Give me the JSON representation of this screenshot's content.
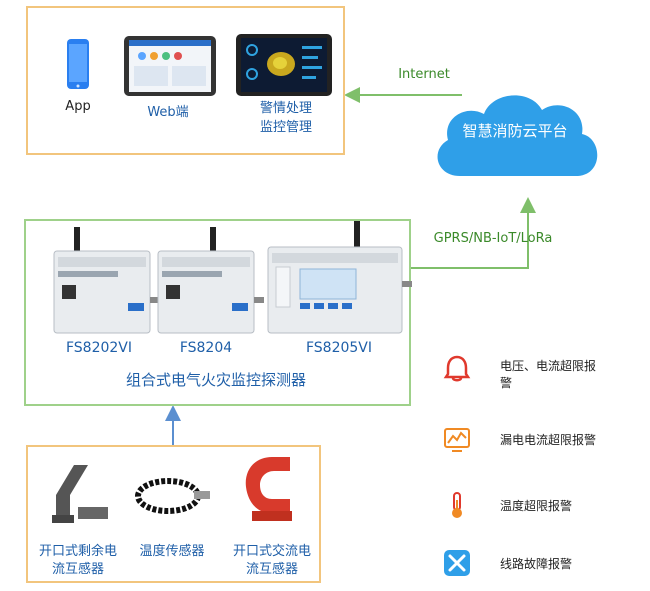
{
  "terminals": {
    "app_label": "App",
    "web_label": "Web端",
    "alarm_line1": "警情处理",
    "alarm_line2": "监控管理"
  },
  "cloud": {
    "label": "智慧消防云平台",
    "link_internet": "Internet",
    "link_uplink": "GPRS/NB-IoT/LoRa"
  },
  "detectors": {
    "items": [
      {
        "model": "FS8202VI"
      },
      {
        "model": "FS8204"
      },
      {
        "model": "FS8205VI"
      }
    ],
    "group_label": "组合式电气火灾监控探测器"
  },
  "sensors": {
    "residual_line1": "开口式剩余电",
    "residual_line2": "流互感器",
    "temperature": "温度传感器",
    "ac_line1": "开口式交流电",
    "ac_line2": "流互感器"
  },
  "legend": {
    "items": [
      {
        "line1": "电压、电流超限报",
        "line2": "警",
        "icon": "alarm-bell-icon"
      },
      {
        "line1": "漏电电流超限报警",
        "line2": "",
        "icon": "leakage-chart-icon"
      },
      {
        "line1": "温度超限报警",
        "line2": "",
        "icon": "thermometer-icon"
      },
      {
        "line1": "线路故障报警",
        "line2": "",
        "icon": "line-fault-tools-icon"
      }
    ]
  },
  "colors": {
    "accent_blue": "#1f5fa8",
    "link_green": "#3b8a2a",
    "box_orange": "#f2c57d",
    "box_green": "#9fd18a",
    "cloud_blue": "#2f9fe8",
    "alarm_red": "#e0392d",
    "warn_orange": "#f08a24"
  }
}
